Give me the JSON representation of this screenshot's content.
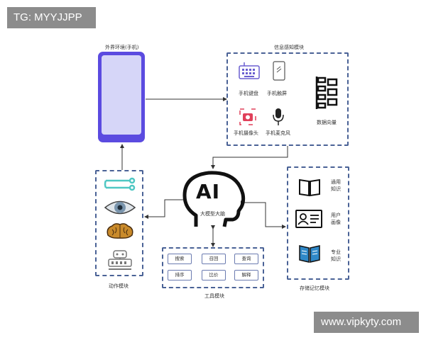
{
  "watermarks": {
    "top_left": "TG: MYYJJPP",
    "bottom_right": "www.vipkyty.com"
  },
  "phone": {
    "title": "外界环境(手机)"
  },
  "perception": {
    "title": "信息感知模块",
    "items": [
      "手机键盘",
      "手机触屏",
      "手机摄像头",
      "手机麦克风"
    ],
    "vector_label": "数据向量"
  },
  "ai": {
    "logo_text": "AI",
    "caption": "大模型大脑"
  },
  "action": {
    "title": "动作模块"
  },
  "tools": {
    "title": "工具模块",
    "items": [
      "搜索",
      "召回",
      "查询",
      "排序",
      "比价",
      "解释"
    ]
  },
  "storage": {
    "title": "存储记忆模块",
    "items": [
      "通用知识",
      "用户画像",
      "专业知识"
    ]
  },
  "colors": {
    "box_border": "#4a6296",
    "phone": "#5b4be0",
    "phone_screen": "#d6d6f8",
    "camera": "#e0405a"
  }
}
